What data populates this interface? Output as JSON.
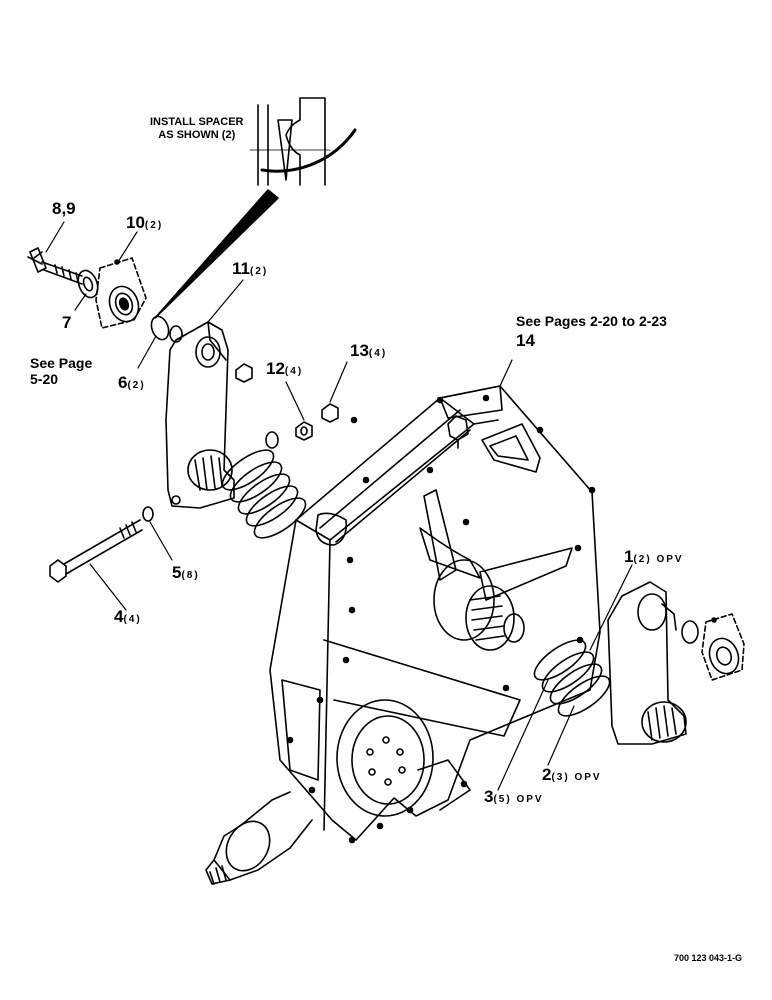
{
  "note": {
    "line1": "INSTALL SPACER",
    "line2": "AS SHOWN (2)"
  },
  "callouts": [
    {
      "id": "c89",
      "num": "8,9",
      "qty": ""
    },
    {
      "id": "c10",
      "num": "10",
      "qty": "(2)"
    },
    {
      "id": "c11",
      "num": "11",
      "qty": "(2)"
    },
    {
      "id": "c7",
      "num": "7",
      "qty": ""
    },
    {
      "id": "c6",
      "num": "6",
      "qty": "(2)"
    },
    {
      "id": "c12",
      "num": "12",
      "qty": "(4)"
    },
    {
      "id": "c13",
      "num": "13",
      "qty": "(4)"
    },
    {
      "id": "c14",
      "num": "14",
      "qty": ""
    },
    {
      "id": "c5",
      "num": "5",
      "qty": "(8)"
    },
    {
      "id": "c4",
      "num": "4",
      "qty": "(4)"
    },
    {
      "id": "c1",
      "num": "1",
      "qty": "(2) OPV"
    },
    {
      "id": "c2",
      "num": "2",
      "qty": "(3) OPV"
    },
    {
      "id": "c3",
      "num": "3",
      "qty": "(5) OPV"
    }
  ],
  "refs": {
    "see_page_520_line1": "See Page",
    "see_page_520_line2": "5-20",
    "see_pages_220": "See Pages 2-20 to 2-23"
  },
  "figure_code": "700 123 043-1-G"
}
